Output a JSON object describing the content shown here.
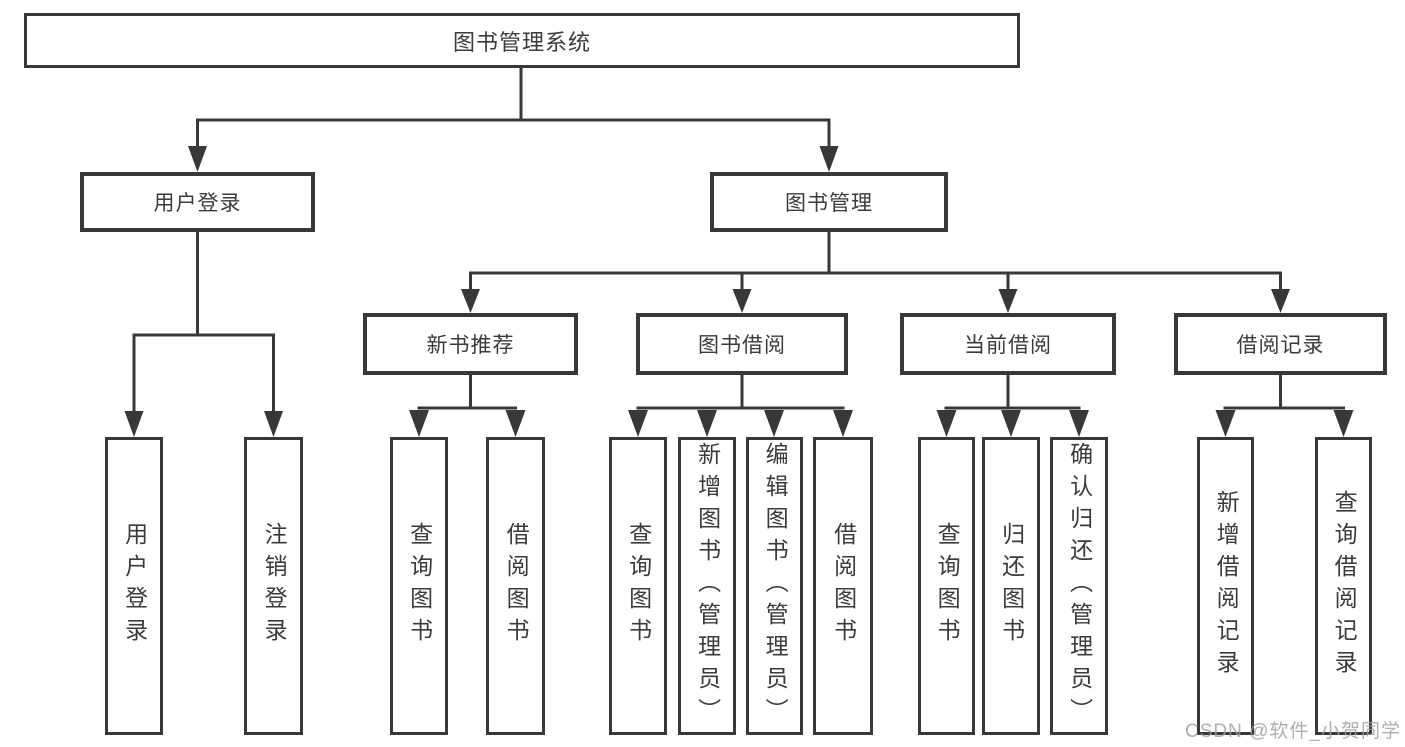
{
  "diagram": {
    "root": {
      "label": "图书管理系统"
    },
    "branches": [
      {
        "label": "用户登录",
        "children": [
          {
            "label": "用户登录"
          },
          {
            "label": "注销登录"
          }
        ]
      },
      {
        "label": "图书管理",
        "groups": [
          {
            "label": "新书推荐",
            "children": [
              {
                "label": "查询图书"
              },
              {
                "label": "借阅图书"
              }
            ]
          },
          {
            "label": "图书借阅",
            "children": [
              {
                "label": "查询图书"
              },
              {
                "label": "新增图书（管理员）"
              },
              {
                "label": "编辑图书（管理员）"
              },
              {
                "label": "借阅图书"
              }
            ]
          },
          {
            "label": "当前借阅",
            "children": [
              {
                "label": "查询图书"
              },
              {
                "label": "归还图书"
              },
              {
                "label": "确认归还（管理员）"
              }
            ]
          },
          {
            "label": "借阅记录",
            "children": [
              {
                "label": "新增借阅记录"
              },
              {
                "label": "查询借阅记录"
              }
            ]
          }
        ]
      }
    ]
  },
  "watermark": "CSDN @软件_小贺同学",
  "colors": {
    "line": "#383838",
    "text": "#3b3b3b",
    "watermark": "#a0a0a0",
    "background": "#ffffff"
  }
}
